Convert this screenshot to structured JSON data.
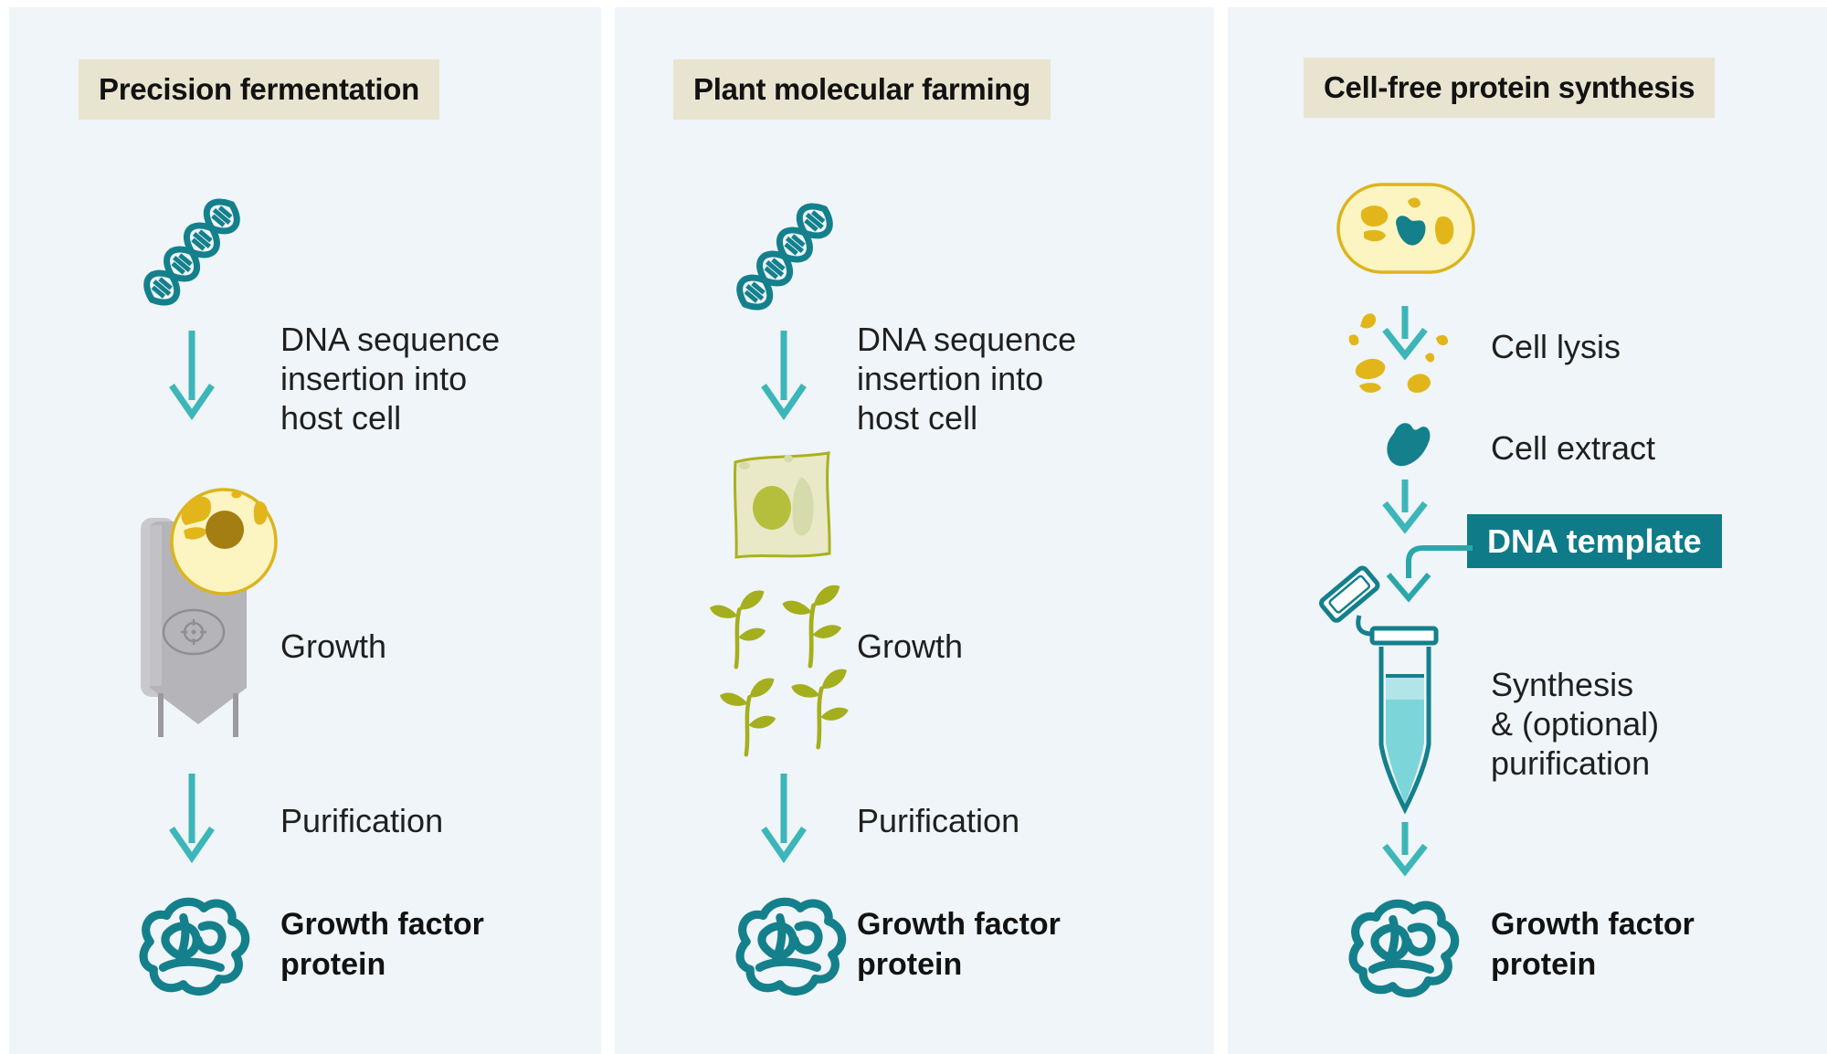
{
  "colors": {
    "col-bg": "#eff5f8",
    "header-bg": "#e8e4d0",
    "heading": "#121212",
    "text": "#1f1f1f",
    "teal": "#3cb6b8",
    "teal-mid": "#2aa7ab",
    "teal-dark": "#14808c",
    "teal-box": "#0f7b88",
    "liquid": "#7cd5d9",
    "liquid-light": "#b2e5e7",
    "gold": "#e2b61b",
    "gold-stroke": "#dcb41d",
    "gold-pale": "#fcf5c1",
    "gold-dark": "#a47e12",
    "olive": "#a5af1e",
    "olive-stroke": "#a9b121",
    "olive-pale": "#e9e9c8",
    "olive-nucleus": "#b6bf3b",
    "olive-vacuole": "#d5dbaa",
    "grey-body": "#b5b4b8",
    "grey-light": "#c9c8cc",
    "grey-stripe": "#c2c1c5",
    "grey-leg": "#9b9a9e",
    "grey-line": "#8f8e92"
  },
  "icons": {
    "dna": "dna-helix-icon",
    "arrow": "arrow-down-icon",
    "yeast": "yeast-cell-icon",
    "bioreactor": "bioreactor-icon",
    "plant_cell": "plant-cell-icon",
    "seedlings": "seedlings-icon",
    "cell": "cell-icon",
    "fragments": "cell-fragments-icon",
    "extract": "cell-extract-icon",
    "tube": "microtube-icon",
    "protein": "protein-tangle-icon"
  },
  "columns": [
    {
      "title": "Precision fermentation",
      "steps": {
        "insert": "DNA sequence\ninsertion into\nhost cell",
        "growth": "Growth",
        "purification": "Purification",
        "result": "Growth factor\nprotein"
      }
    },
    {
      "title": "Plant molecular farming",
      "steps": {
        "insert": "DNA sequence\ninsertion into\nhost cell",
        "growth": "Growth",
        "purification": "Purification",
        "result": "Growth factor\nprotein"
      }
    },
    {
      "title": "Cell-free protein synthesis",
      "steps": {
        "lysis": "Cell lysis",
        "extract": "Cell extract",
        "template": "DNA template",
        "synthesis": "Synthesis\n& (optional)\npurification",
        "result": "Growth factor\nprotein"
      }
    }
  ]
}
